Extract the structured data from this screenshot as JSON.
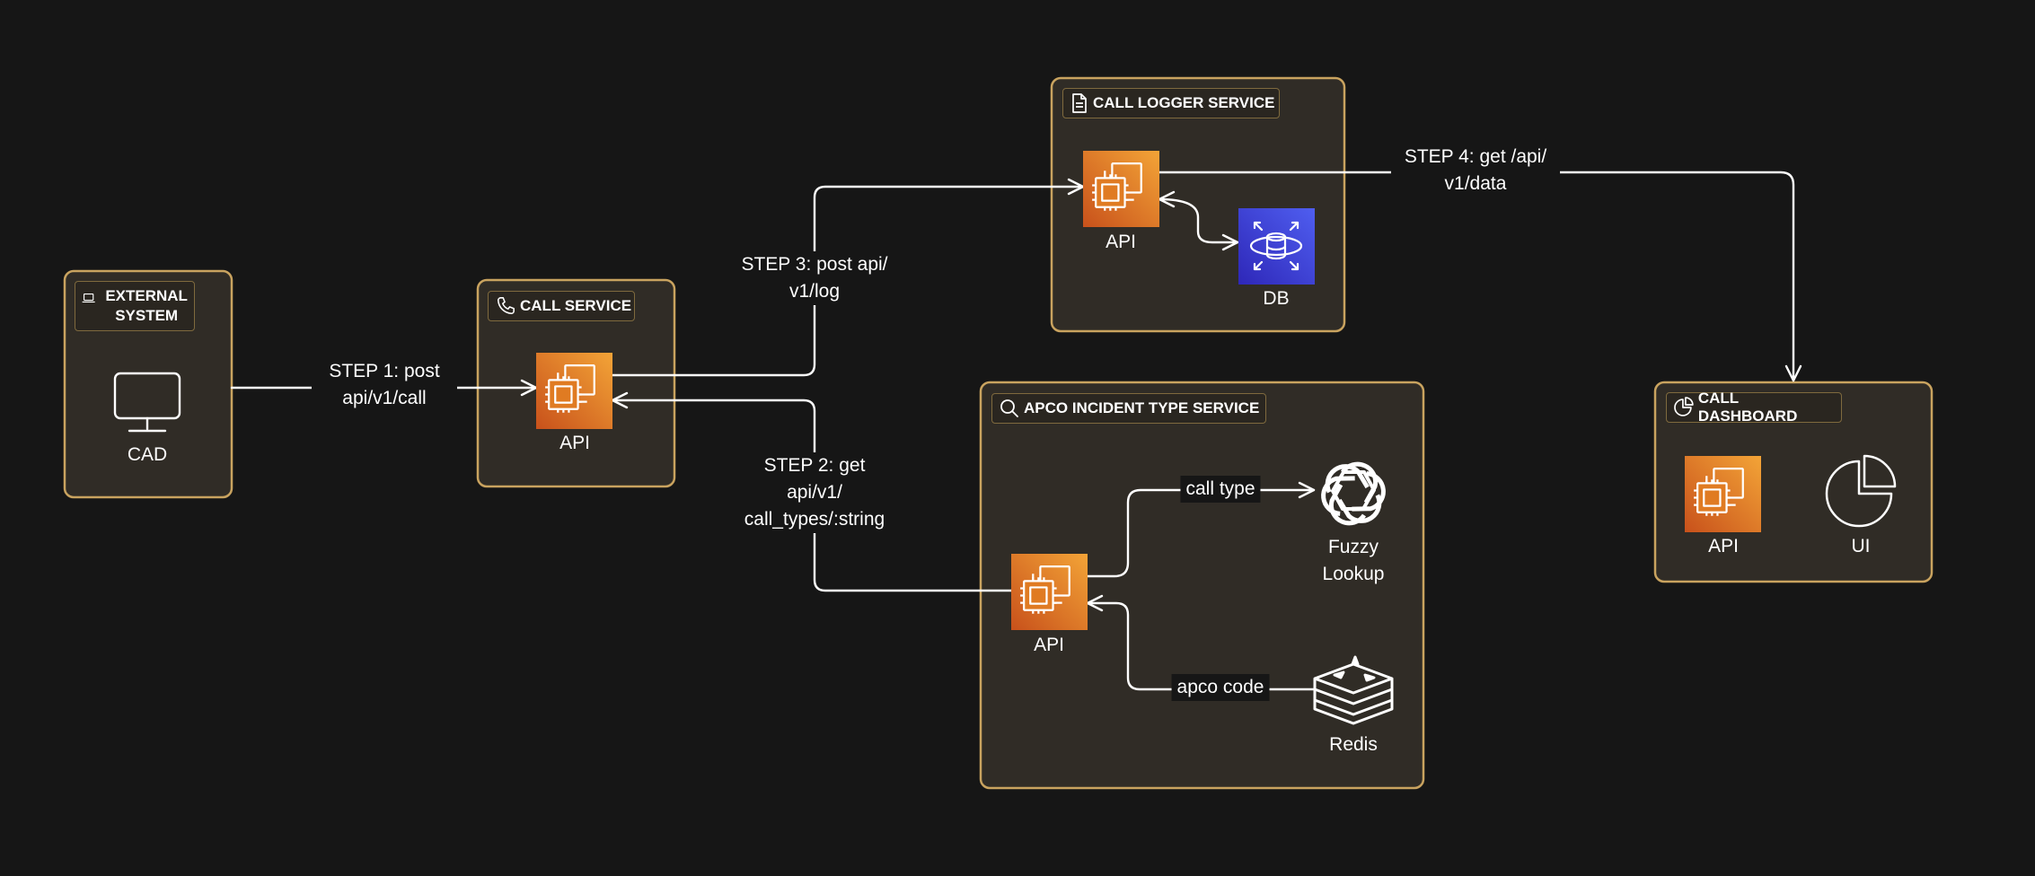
{
  "colors": {
    "background": "#161616",
    "container_fill": "#302c26",
    "container_border": "#c9a35f",
    "api_orange": "#e07b22",
    "db_blue": "#3b3fd6",
    "line": "#ffffff"
  },
  "containers": {
    "external": {
      "title": "EXTERNAL SYSTEM",
      "icon": "laptop-icon"
    },
    "call_service": {
      "title": "CALL SERVICE",
      "icon": "phone-icon"
    },
    "call_logger": {
      "title": "CALL LOGGER SERVICE",
      "icon": "document-icon"
    },
    "apco": {
      "title": "APCO INCIDENT TYPE SERVICE",
      "icon": "search-icon"
    },
    "dashboard": {
      "title": "CALL DASHBOARD",
      "icon": "pie-chart-icon"
    }
  },
  "nodes": {
    "cad": "CAD",
    "call_api": "API",
    "logger_api": "API",
    "db": "DB",
    "apco_api": "API",
    "fuzzy": "Fuzzy Lookup",
    "redis": "Redis",
    "dash_api": "API",
    "ui": "UI"
  },
  "edges": {
    "step1": "STEP 1: post api/v1/call",
    "step2": "STEP 2: get api/v1/ call_types/:string",
    "step3": "STEP 3: post api/ v1/log",
    "step4": "STEP 4: get /api/ v1/data",
    "call_type": "call type",
    "apco_code": "apco code"
  }
}
